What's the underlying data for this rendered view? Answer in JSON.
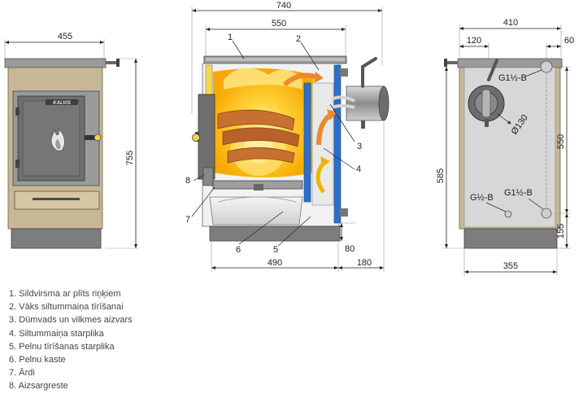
{
  "dimensions": {
    "front_width": "455",
    "front_height": "755",
    "section_total": "740",
    "section_inner": "550",
    "section_base": "490",
    "section_flue_offset": "180",
    "section_flue_height": "80",
    "rear_width": "410",
    "rear_left": "120",
    "rear_right": "60",
    "rear_flue_height": "550",
    "rear_low_height": "585",
    "rear_bottom_height": "155",
    "rear_base_width": "355"
  },
  "callouts": [
    "1",
    "2",
    "3",
    "4",
    "5",
    "6",
    "7",
    "8"
  ],
  "connection_labels": {
    "top_connection": "G1½-B",
    "flue_diameter": "Ø130",
    "drain_connection": "G½-B",
    "bottom_connection": "G1½-B"
  },
  "badge_text": "KALVIS",
  "legend": [
    "1. Sildvirsma ar plīts riņķiem",
    "2. Vāks siltummaiņa tīrīšanai",
    "3. Dūmvads un vilkmes aizvars",
    "4. Siltummaiņa starplika",
    "5. Pelnu tīrīšanas starplika",
    "6. Pelnu kaste",
    "7. Ārdi",
    "8. Aizsargreste"
  ],
  "colors": {
    "casing": "#c7b797",
    "steel": "#8c8c8c",
    "door": "#6f6f6f",
    "water_jacket": "#2d6fc8",
    "fire": "#f4b400",
    "flue_arrow": "#e88a2e"
  }
}
